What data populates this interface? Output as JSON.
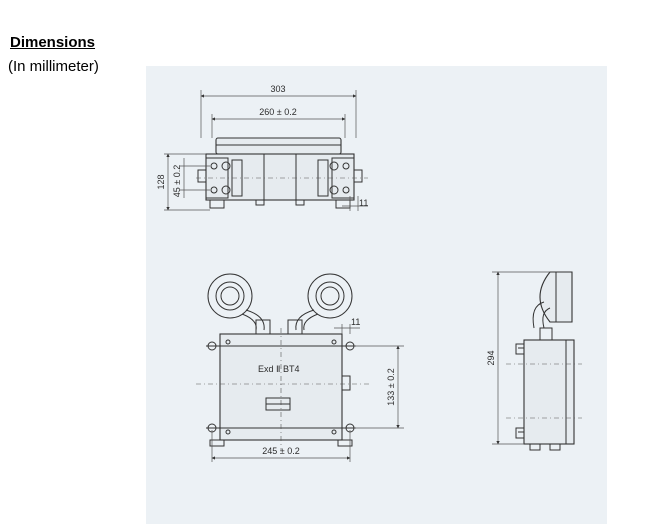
{
  "header": {
    "title": "Dimensions",
    "subtitle": "(In millimeter)"
  },
  "drawing": {
    "top_view": {
      "overall_width": "303",
      "inner_width": "260 ± 0.2",
      "height": "128",
      "mount_spacing": "45 ± 0.2",
      "offset": "11"
    },
    "front_view": {
      "marking": "Exd Ⅱ BT4",
      "offset": "11",
      "mount_height": "133 ± 0.2",
      "mount_width": "245 ± 0.2"
    },
    "side_view": {
      "height": "294"
    }
  }
}
